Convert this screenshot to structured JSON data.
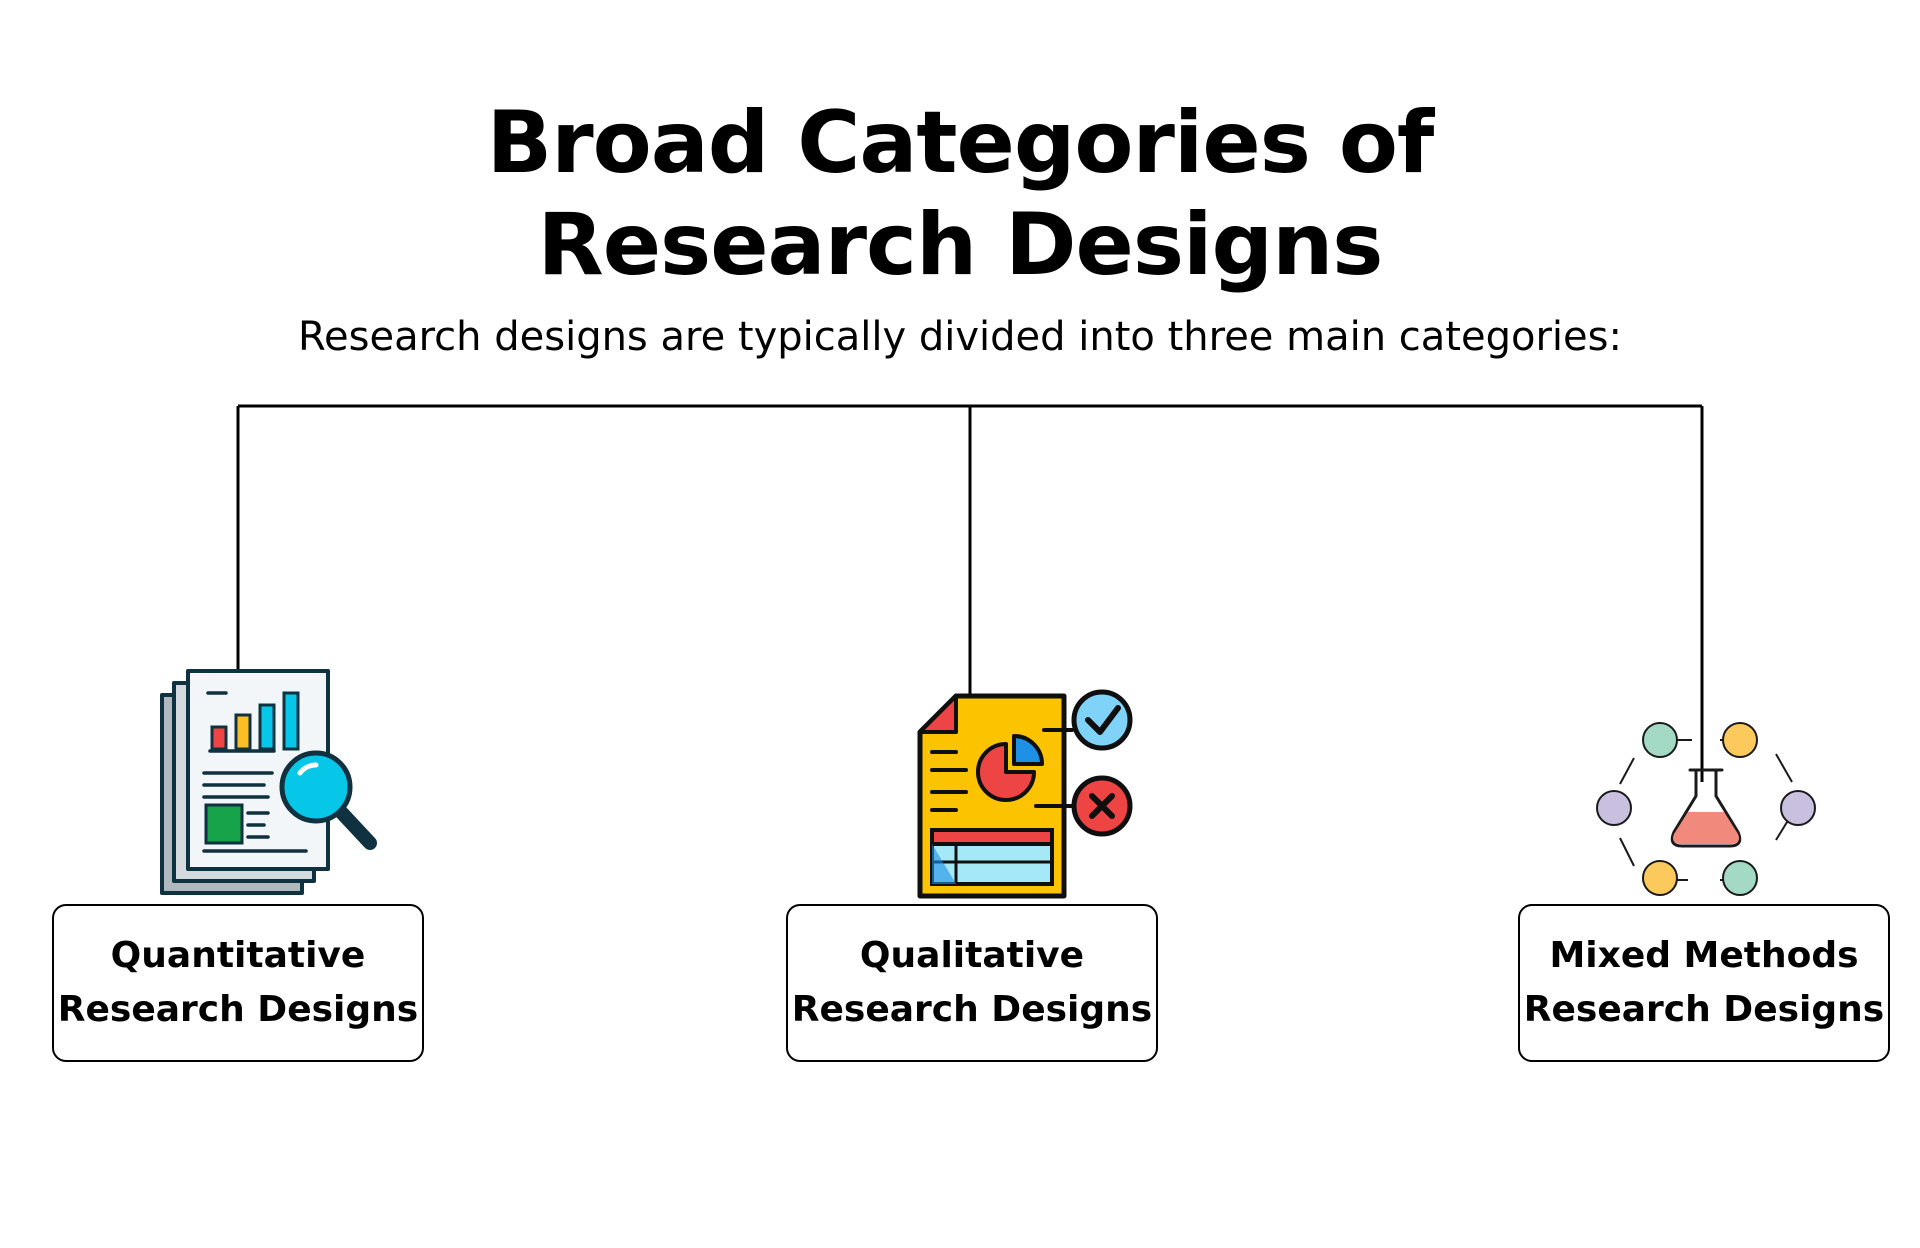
{
  "title": {
    "line1": "Broad Categories of",
    "line2": "Research Designs"
  },
  "subtitle": "Research designs are typically divided into three main categories:",
  "categories": [
    {
      "line1": "Quantitative",
      "line2": "Research Designs",
      "icon": "report-magnifier-icon"
    },
    {
      "line1": "Qualitative",
      "line2": "Research Designs",
      "icon": "document-pie-chart-icon"
    },
    {
      "line1": "Mixed Methods",
      "line2": "Research Designs",
      "icon": "flask-network-icon"
    }
  ],
  "colors": {
    "line": "#000000",
    "outline": "#0f3140",
    "red": "#ef4444",
    "yellow": "#fbbf24",
    "cyan": "#06c7e8",
    "green": "#16a34a",
    "mint": "#a3d9c5",
    "orange": "#fcc95c",
    "lavender": "#c9c0e0",
    "flask": "#f18a7c"
  }
}
